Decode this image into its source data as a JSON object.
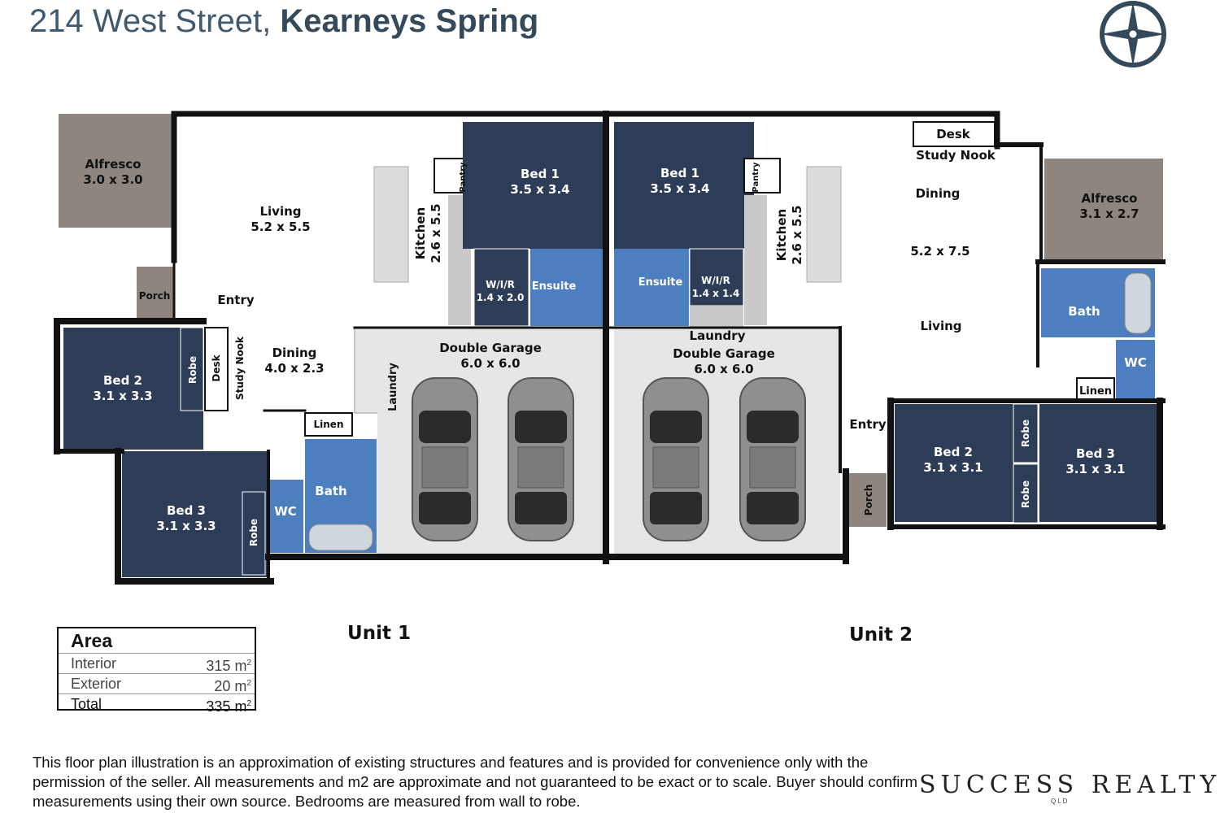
{
  "header": {
    "street": "214 West Street,",
    "suburb": "Kearneys Spring"
  },
  "unit1": {
    "label": "Unit 1",
    "rooms": {
      "alfresco_name": "Alfresco",
      "alfresco_dims": "3.0 x 3.0",
      "living_name": "Living",
      "living_dims": "5.2 x 5.5",
      "porch": "Porch",
      "entry": "Entry",
      "bed2_name": "Bed 2",
      "bed2_dims": "3.1 x 3.3",
      "robe_a": "Robe",
      "desk": "Desk",
      "study_nook": "Study Nook",
      "dining_name": "Dining",
      "dining_dims": "4.0 x 2.3",
      "linen": "Linen",
      "bed3_name": "Bed 3",
      "bed3_dims": "3.1 x 3.3",
      "robe_b": "Robe",
      "wc": "WC",
      "bath": "Bath",
      "kitchen_name": "Kitchen",
      "kitchen_dims": "2.6 x 5.5",
      "pantry": "Pantry",
      "bed1_name": "Bed 1",
      "bed1_dims": "3.5 x 3.4",
      "wir_name": "W/I/R",
      "wir_dims": "1.4 x 2.0",
      "ensuite": "Ensuite",
      "laundry": "Laundry",
      "garage_name": "Double Garage",
      "garage_dims": "6.0 x 6.0"
    }
  },
  "unit2": {
    "label": "Unit 2",
    "rooms": {
      "bed1_name": "Bed 1",
      "bed1_dims": "3.5 x 3.4",
      "pantry": "Pantry",
      "kitchen_name": "Kitchen",
      "kitchen_dims": "2.6 x 5.5",
      "ensuite": "Ensuite",
      "wir_name": "W/I/R",
      "wir_dims": "1.4 x 1.4",
      "laundry": "Laundry",
      "garage_name": "Double Garage",
      "garage_dims": "6.0 x 6.0",
      "desk": "Desk",
      "study_nook": "Study Nook",
      "dining": "Dining",
      "dims": "5.2 x 7.5",
      "living": "Living",
      "alfresco_name": "Alfresco",
      "alfresco_dims": "3.1 x 2.7",
      "bath": "Bath",
      "wc": "WC",
      "linen": "Linen",
      "entry": "Entry",
      "porch": "Porch",
      "bed2_name": "Bed 2",
      "bed2_dims": "3.1 x 3.1",
      "robe_a": "Robe",
      "robe_b": "Robe",
      "bed3_name": "Bed 3",
      "bed3_dims": "3.1 x 3.1"
    }
  },
  "area": {
    "title": "Area",
    "interior_label": "Interior",
    "interior_value": "315 m",
    "exterior_label": "Exterior",
    "exterior_value": "20 m",
    "total_label": "Total",
    "total_value": "335 m",
    "unit_sup": "2"
  },
  "disclaimer": "This floor plan illustration is an approximation of existing structures and features and is provided for convenience only with the permission of the seller. All measurements and m2 are approximate and not guaranteed to be exact or to scale. Buyer should confirm measurements using their own source. Bedrooms are measured from wall to robe.",
  "logo": {
    "brand": "SUCCESS REALTY",
    "sub": "QLD"
  },
  "colors": {
    "bedroom": "#2e3d57",
    "wet_area": "#4d7fc0",
    "alfresco": "#8d857e",
    "garage": "#e6e6e6",
    "wall": "#111111",
    "title": "#3f5a6e"
  },
  "icons": [
    "compass-icon",
    "car-icon",
    "logo-house-icon"
  ]
}
